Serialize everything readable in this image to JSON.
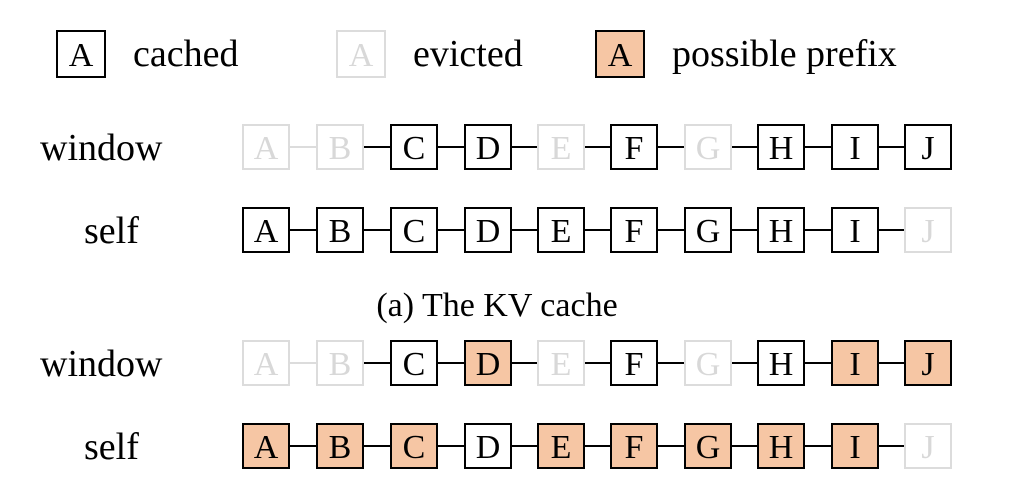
{
  "legend": [
    {
      "glyph": "A",
      "label": "cached",
      "state": "cached"
    },
    {
      "glyph": "A",
      "label": "evicted",
      "state": "evicted"
    },
    {
      "glyph": "A",
      "label": "possible prefix",
      "state": "prefix"
    }
  ],
  "caption": "(a) The KV cache",
  "panels": [
    {
      "rows": [
        {
          "label": "window",
          "cells": [
            {
              "t": "A",
              "s": "evicted"
            },
            {
              "t": "B",
              "s": "evicted"
            },
            {
              "t": "C",
              "s": "cached"
            },
            {
              "t": "D",
              "s": "cached"
            },
            {
              "t": "E",
              "s": "evicted"
            },
            {
              "t": "F",
              "s": "cached"
            },
            {
              "t": "G",
              "s": "evicted"
            },
            {
              "t": "H",
              "s": "cached"
            },
            {
              "t": "I",
              "s": "cached"
            },
            {
              "t": "J",
              "s": "cached"
            }
          ]
        },
        {
          "label": "self",
          "cells": [
            {
              "t": "A",
              "s": "cached"
            },
            {
              "t": "B",
              "s": "cached"
            },
            {
              "t": "C",
              "s": "cached"
            },
            {
              "t": "D",
              "s": "cached"
            },
            {
              "t": "E",
              "s": "cached"
            },
            {
              "t": "F",
              "s": "cached"
            },
            {
              "t": "G",
              "s": "cached"
            },
            {
              "t": "H",
              "s": "cached"
            },
            {
              "t": "I",
              "s": "cached"
            },
            {
              "t": "J",
              "s": "evicted"
            }
          ]
        }
      ]
    },
    {
      "rows": [
        {
          "label": "window",
          "cells": [
            {
              "t": "A",
              "s": "evicted"
            },
            {
              "t": "B",
              "s": "evicted"
            },
            {
              "t": "C",
              "s": "cached"
            },
            {
              "t": "D",
              "s": "prefix"
            },
            {
              "t": "E",
              "s": "evicted"
            },
            {
              "t": "F",
              "s": "cached"
            },
            {
              "t": "G",
              "s": "evicted"
            },
            {
              "t": "H",
              "s": "cached"
            },
            {
              "t": "I",
              "s": "prefix"
            },
            {
              "t": "J",
              "s": "prefix"
            }
          ]
        },
        {
          "label": "self",
          "cells": [
            {
              "t": "A",
              "s": "prefix"
            },
            {
              "t": "B",
              "s": "prefix"
            },
            {
              "t": "C",
              "s": "prefix"
            },
            {
              "t": "D",
              "s": "cached"
            },
            {
              "t": "E",
              "s": "prefix"
            },
            {
              "t": "F",
              "s": "prefix"
            },
            {
              "t": "G",
              "s": "prefix"
            },
            {
              "t": "H",
              "s": "prefix"
            },
            {
              "t": "I",
              "s": "prefix"
            },
            {
              "t": "J",
              "s": "evicted"
            }
          ]
        }
      ]
    }
  ],
  "colors": {
    "cached_border": "#000000",
    "cached_fill": "#ffffff",
    "cached_text": "#000000",
    "evicted_border": "#dcdcdc",
    "evicted_text": "#d8d8d8",
    "prefix_fill": "#f6c6a4",
    "prefix_border": "#000000",
    "prefix_text": "#000000",
    "connector": "#000000"
  }
}
